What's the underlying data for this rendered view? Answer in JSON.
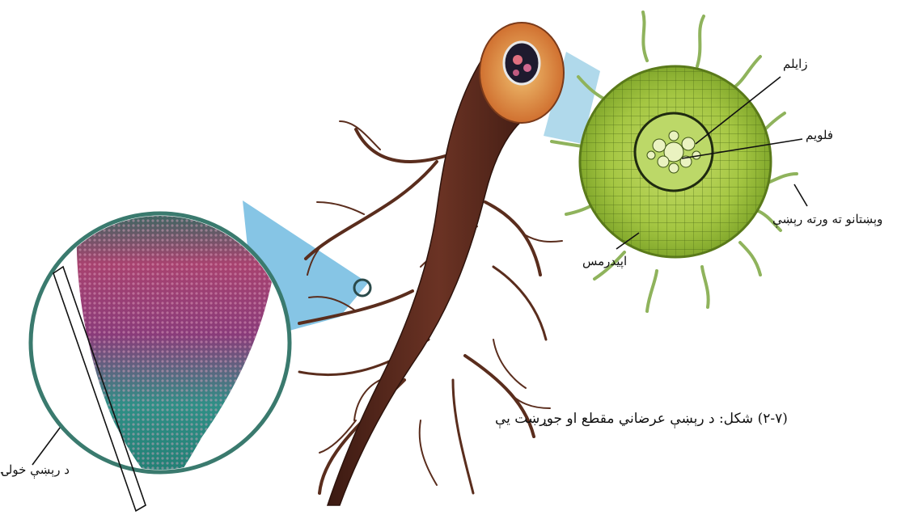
{
  "labels": {
    "xylem": "زايلم",
    "phloem": "فلويم",
    "root_hairs": "وېښتانو ته ورته رېښې",
    "epidermis": "اپيدرمس",
    "root_cap": "د رېښې خولۍ",
    "figure_caption": "(۲-۷) شکل: د رېښې عرضاني مقطع او جوړښت يې"
  },
  "colors": {
    "cross_section_green": "#9cc23c",
    "root_hair": "#8fb35c",
    "root_brown": "#5b2a1e",
    "tip_pink": "#b04a78",
    "tip_teal": "#2f8f86",
    "lens_blue": "#4fa9d6"
  }
}
